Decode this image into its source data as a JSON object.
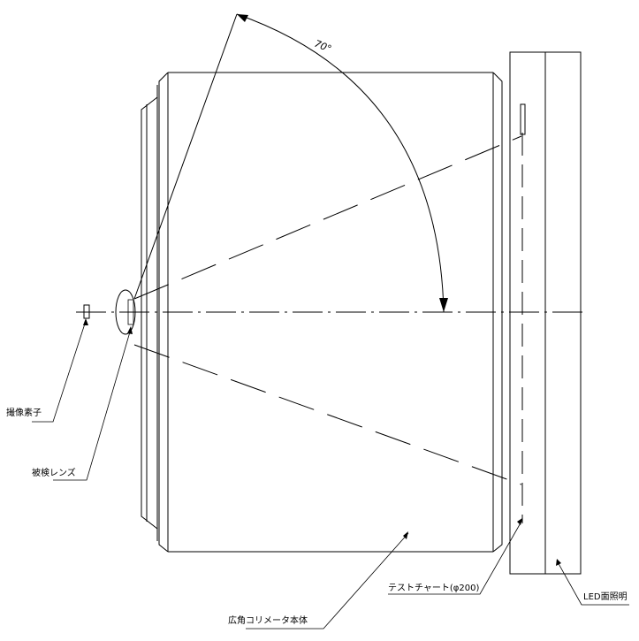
{
  "angle_label": "70°",
  "labels": {
    "image_sensor": "撮像素子",
    "lens_under_test": "被検レンズ",
    "collimator_body": "広角コリメータ本体",
    "test_chart": "テストチャート(φ200)",
    "led_illumination": "LED面照明"
  }
}
